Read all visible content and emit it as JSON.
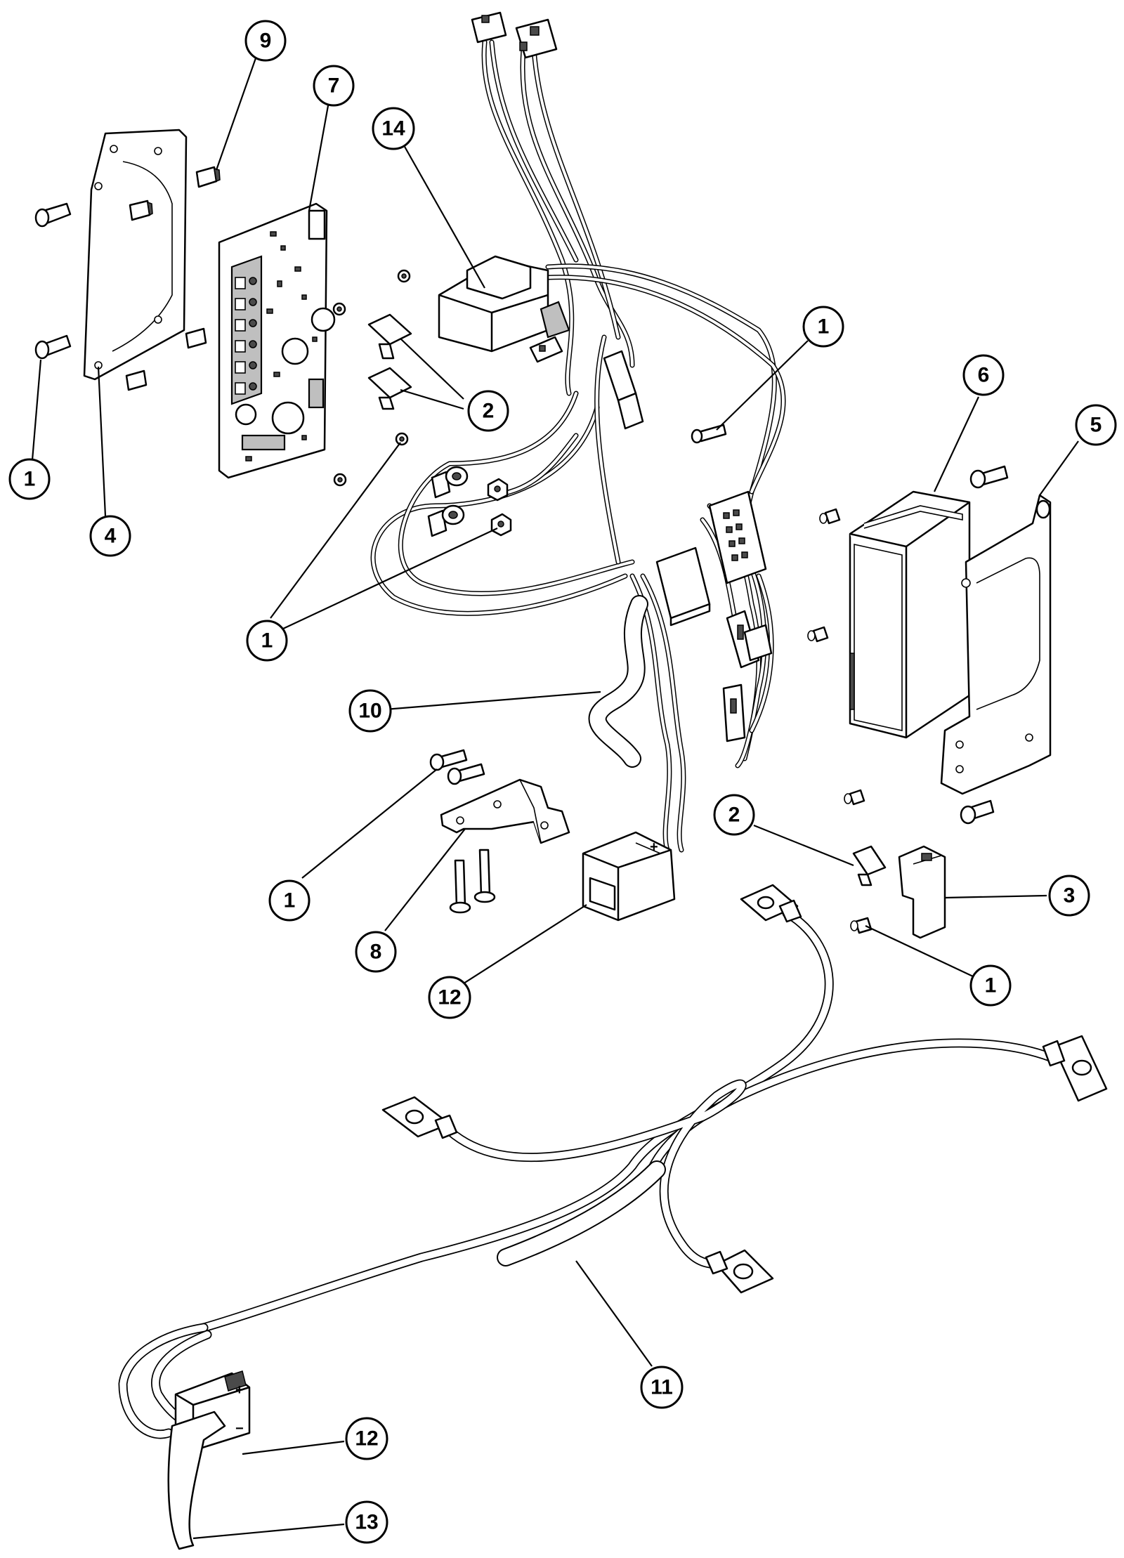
{
  "callouts": [
    {
      "id": "c9",
      "label": "9"
    },
    {
      "id": "c7",
      "label": "7"
    },
    {
      "id": "c14",
      "label": "14"
    },
    {
      "id": "c1a",
      "label": "1"
    },
    {
      "id": "c4",
      "label": "4"
    },
    {
      "id": "c2a",
      "label": "2"
    },
    {
      "id": "c1b",
      "label": "1"
    },
    {
      "id": "c6",
      "label": "6"
    },
    {
      "id": "c5",
      "label": "5"
    },
    {
      "id": "c1c",
      "label": "1"
    },
    {
      "id": "c10",
      "label": "10"
    },
    {
      "id": "c2b",
      "label": "2"
    },
    {
      "id": "c3",
      "label": "3"
    },
    {
      "id": "c1d",
      "label": "1"
    },
    {
      "id": "c8",
      "label": "8"
    },
    {
      "id": "c12a",
      "label": "12"
    },
    {
      "id": "c1e",
      "label": "1"
    },
    {
      "id": "c11",
      "label": "11"
    },
    {
      "id": "c12b",
      "label": "12"
    },
    {
      "id": "c13",
      "label": "13"
    }
  ],
  "connector_marks": {
    "plus": "+",
    "minus": "−"
  }
}
